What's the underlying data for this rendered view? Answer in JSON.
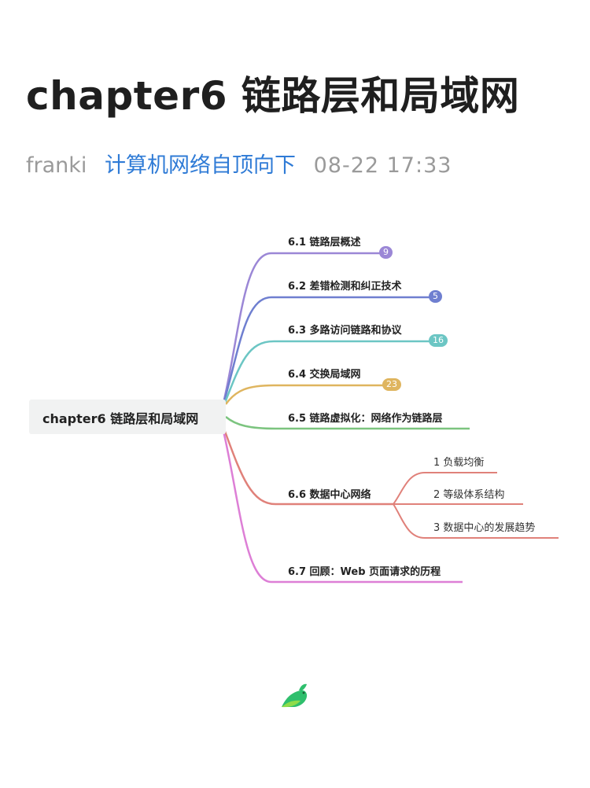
{
  "article": {
    "title": "chapter6 链路层和局域网",
    "author": "franki",
    "category": "计算机网络自顶向下",
    "datetime": "08-22 17:33"
  },
  "mindmap": {
    "root": "chapter6 链路层和局域网",
    "branches": [
      {
        "label": "6.1 链路层概述",
        "count": "9",
        "color": "#9b87d6"
      },
      {
        "label": "6.2 差错检测和纠正技术",
        "count": "5",
        "color": "#6f7fd0"
      },
      {
        "label": "6.3 多路访问链路和协议",
        "count": "16",
        "color": "#6cc6c4"
      },
      {
        "label": "6.4 交换局域网",
        "count": "23",
        "color": "#dfb55f"
      },
      {
        "label": "6.5 链路虚拟化：网络作为链路层",
        "color": "#7cc47f"
      },
      {
        "label": "6.6 数据中心网络",
        "color": "#e0817a",
        "children": [
          {
            "label": "1 负载均衡"
          },
          {
            "label": "2 等级体系结构"
          },
          {
            "label": "3 数据中心的发展趋势"
          }
        ]
      },
      {
        "label": "6.7 回顾：Web 页面请求的历程",
        "color": "#dd7fd6"
      }
    ]
  },
  "logo": {
    "icon": "bird-logo-icon",
    "colors": [
      "#2fbf6d",
      "#8fdc4a"
    ]
  }
}
